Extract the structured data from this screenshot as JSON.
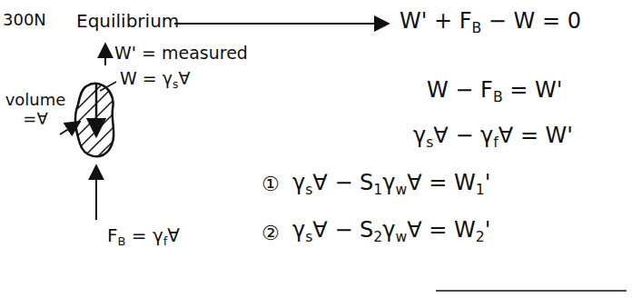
{
  "diagram": {
    "labels": [
      "300N",
      "Equilibrium",
      "W' + FB − W = 0",
      "W' = measured",
      "W = γs∀",
      "volume =∀",
      "FB = γf∀",
      "W − FB = W'",
      "γs∀ − γf∀ = W'",
      "①",
      "γs∀ − S1γw∀ = W1'",
      "②",
      "γs∀ − S2γw∀ = W2'"
    ]
  }
}
